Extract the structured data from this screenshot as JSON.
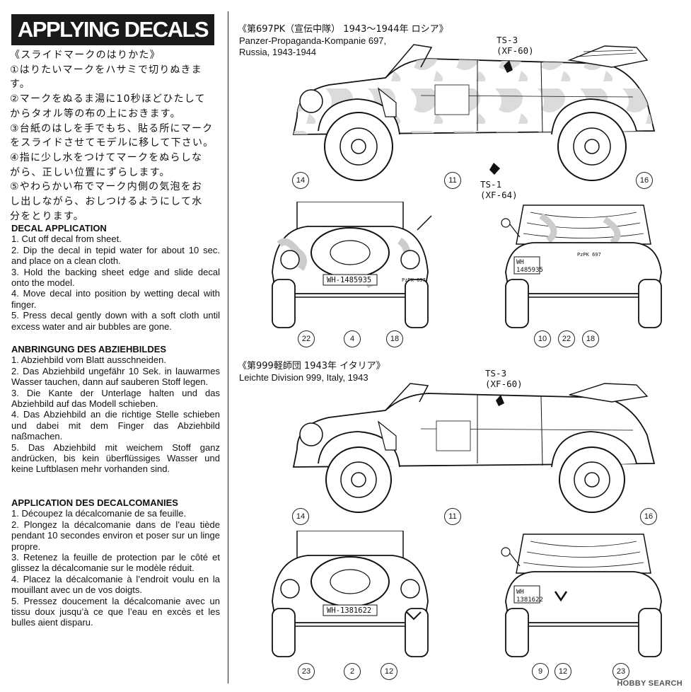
{
  "title": "APPLYING DECALS",
  "jp_instructions": [
    "《スライドマークのはりかた》",
    "①はりたいマークをハサミで切りぬきます。",
    "②マークをぬるま湯に10秒ほどひたして",
    "からタオル等の布の上におきます。",
    "③台紙のはしを手でもち、貼る所にマーク",
    "をスライドさせてモデルに移して下さい。",
    "④指に少し水をつけてマークをぬらしな",
    "がら、正しい位置にずらします。",
    "⑤やわらかい布でマーク内側の気泡をお",
    "し出しながら、おしつけるようにして水",
    "分をとります。"
  ],
  "en": {
    "heading": "DECAL APPLICATION",
    "steps": [
      "1. Cut off decal from sheet.",
      "2. Dip the decal in tepid water for about 10 sec. and place on a clean cloth.",
      "3. Hold the backing sheet edge and slide decal onto the model.",
      "4. Move decal into position by wetting decal with finger.",
      "5. Press decal gently down with a soft cloth until excess water and air bubbles are gone."
    ]
  },
  "de": {
    "heading": "ANBRINGUNG DES ABZIEHBILDES",
    "steps": [
      "1. Abziehbild vom Blatt ausschneiden.",
      "2. Das Abziehbild ungefähr 10 Sek. in lauwarmes Wasser tauchen, dann auf sauberen Stoff legen.",
      "3. Die Kante der Unterlage halten und das Abziehbild auf das Modell schieben.",
      "4. Das Abziehbild an die richtige Stelle schieben und dabei mit dem Finger das Abziehbild naßmachen.",
      "5. Das Abziehbild mit weichem Stoff ganz andrücken, bis kein überflüssiges Wasser und keine Luftblasen mehr vorhanden sind."
    ]
  },
  "fr": {
    "heading": "APPLICATION DES DECALCOMANIES",
    "steps": [
      "1. Découpez la décalcomanie de sa feuille.",
      "2. Plongez la décalcomanie dans de l’eau tiède pendant 10 secondes environ et poser sur un linge propre.",
      "3. Retenez la feuille de protection par le côté et glissez la décalcomanie sur le modèle réduit.",
      "4. Placez la décalcomanie à l’endroit voulu en la mouillant avec un de vos doigts.",
      "5. Pressez doucement la décalcomanie avec un tissu doux jusqu’à ce que l’eau en excès et les bulles aient disparu."
    ]
  },
  "scheme1": {
    "caption_jp": "《第697PK（宣伝中隊） 1943〜1944年 ロシア》",
    "caption_en": "Panzer-Propaganda-Kompanie 697,",
    "caption_en2": "Russia, 1943-1944",
    "ts3": "TS-3",
    "xf60": "(XF-60)",
    "ts1": "TS-1",
    "xf64": "(XF-64)",
    "plate_front": "WH-1485935",
    "plate_rear_a": "WH",
    "plate_rear_b": "1485935",
    "unit_rear": "PzPK 697",
    "unit_front": "PzPK 697",
    "side_numbers": [
      "14",
      "11",
      "16"
    ],
    "front_numbers": [
      "22",
      "4",
      "18"
    ],
    "rear_numbers": [
      "10",
      "22",
      "18"
    ]
  },
  "scheme2": {
    "caption_jp": "《第999軽師団 1943年 イタリア》",
    "caption_en": "Leichte Division 999, Italy, 1943",
    "ts3": "TS-3",
    "xf60": "(XF-60)",
    "plate_front": "WH-1381622",
    "plate_rear_a": "WH",
    "plate_rear_b": "1381622",
    "side_numbers": [
      "14",
      "11",
      "16"
    ],
    "front_numbers": [
      "23",
      "2",
      "12"
    ],
    "rear_numbers": [
      "9",
      "12",
      "23"
    ]
  },
  "watermark": "HOBBY SEARCH",
  "colors": {
    "ink": "#111111",
    "camo": "#dcdcdc",
    "title_bg": "#1a1a1a"
  }
}
